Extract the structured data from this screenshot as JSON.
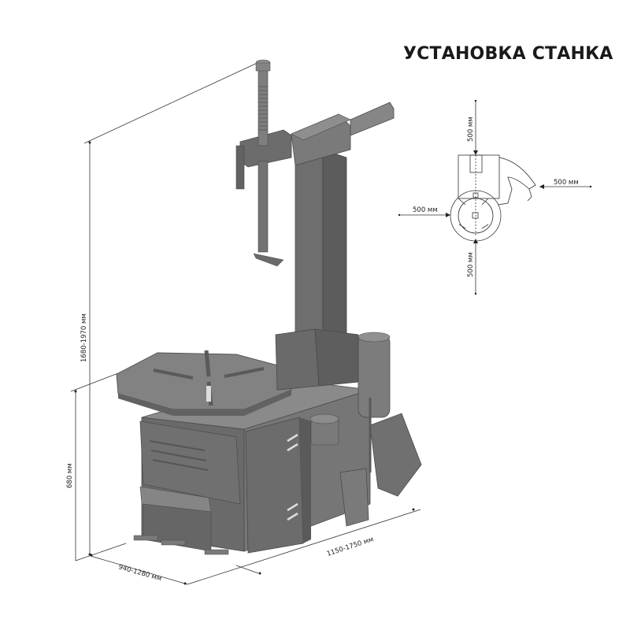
{
  "title": "УСТАНОВКА СТАНКА",
  "dimensions": {
    "total_height": "1680-1970 мм",
    "table_height": "680 мм",
    "depth": "940-1280 мм",
    "width": "1150-1750 мм"
  },
  "clearance_plan": {
    "top": "500 мм",
    "right": "500 мм",
    "left": "500 мм",
    "bottom": "500 мм"
  },
  "colors": {
    "machine_body": "#6e6e6e",
    "machine_dark": "#555555",
    "machine_light": "#8a8a8a",
    "line": "#222222"
  }
}
